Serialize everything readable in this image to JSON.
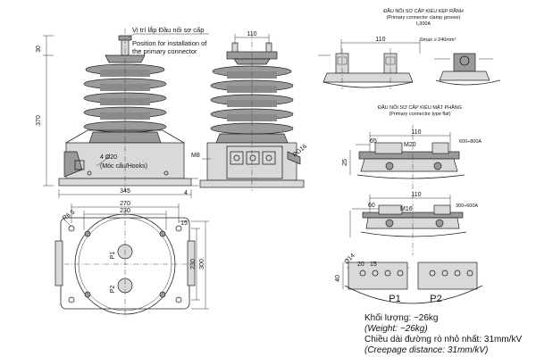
{
  "callouts": {
    "primary_connector_vi": "Vị trí lắp Đầu nối sơ cấp",
    "primary_connector_en_1": "Position for installation of",
    "primary_connector_en_2": "the primary connector",
    "hole": "4 Ø20",
    "hooks": "(Móc cẩu/Hooks)",
    "m8": "M8",
    "pg16": "PG16"
  },
  "dims": {
    "d30": "30",
    "d370": "370",
    "d345": "345",
    "d4": "4",
    "d110_side": "110",
    "r65": "R6.5",
    "d270": "270",
    "d230_top": "230",
    "d15": "15",
    "d230_right": "230",
    "d300": "300"
  },
  "labels": {
    "p1": "P1",
    "p2": "P2"
  },
  "clamp_groove": {
    "title_vi": "ĐẦU NỐI SƠ CẤP KIỂU KẸP RÃNH",
    "title_en": "(Primary connector clamp groove)",
    "range": "I₁300A",
    "d110": "110",
    "smax": "Smax ≥ 240mm²"
  },
  "flat_type": {
    "title_vi": "ĐẦU NỐI SƠ CẤP KIỂU MẶT PHẲNG",
    "title_en": "(Primary connector type flat)",
    "d110_a": "110",
    "d65": "65",
    "m20": "M20",
    "range_a": "600÷800A",
    "d25": "25",
    "d110_b": "110",
    "d60": "60",
    "m16": "M16",
    "range_b": "300÷600A",
    "d40": "40",
    "d20": "20",
    "d15": "15",
    "d14": "Ø14",
    "p1": "P1",
    "p2": "P2"
  },
  "notes": {
    "weight_vi": "Khối lượng: ~26kg",
    "weight_en": "(Weight: ~26kg)",
    "creepage_vi": "Chiều dài đường rò nhỏ nhất: 31mm/kV",
    "creepage_en": "(Creepage distance: 31mm/kV)"
  }
}
